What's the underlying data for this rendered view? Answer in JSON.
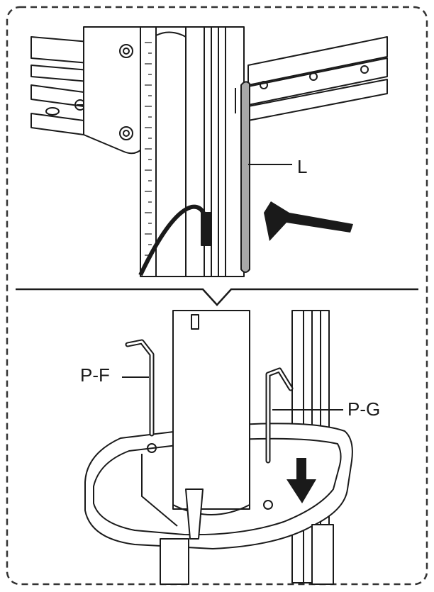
{
  "callouts": {
    "l": "L",
    "pf": "P-F",
    "pg": "P-G"
  },
  "icons": {
    "insert_direction": "arrow-right-icon",
    "push_down": "arrow-down-icon"
  },
  "colors": {
    "line": "#1a1a1a",
    "fill": "#ffffff",
    "highlight": "#a8a8a8"
  }
}
